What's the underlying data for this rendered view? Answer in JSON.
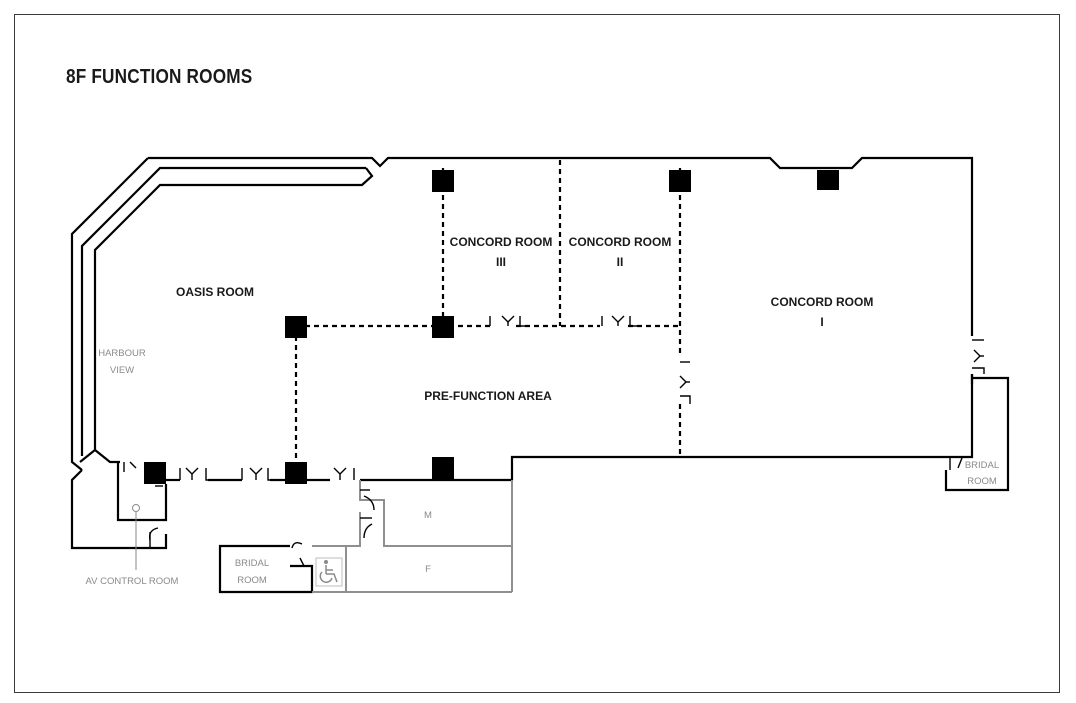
{
  "title": "8F FUNCTION ROOMS",
  "rooms": {
    "oasis": "OASIS ROOM",
    "concord3_line1": "CONCORD ROOM",
    "concord3_line2": "III",
    "concord2_line1": "CONCORD ROOM",
    "concord2_line2": "II",
    "concord1_line1": "CONCORD ROOM",
    "concord1_line2": "I",
    "prefunction": "PRE-FUNCTION AREA",
    "harbour_line1": "HARBOUR",
    "harbour_line2": "VIEW",
    "av_control": "AV CONTROL ROOM",
    "bridal_left_line1": "BRIDAL",
    "bridal_left_line2": "ROOM",
    "bridal_right_line1": "BRIDAL",
    "bridal_right_line2": "ROOM",
    "restroom_m": "M",
    "restroom_f": "F"
  },
  "colors": {
    "wall": "#000000",
    "service_wall": "#8f8f8f",
    "column": "#000000",
    "partition": "#000000",
    "secondary_text": "#8a8a8a"
  },
  "icons": [
    "wheelchair-icon",
    "door-icon",
    "column-icon"
  ]
}
